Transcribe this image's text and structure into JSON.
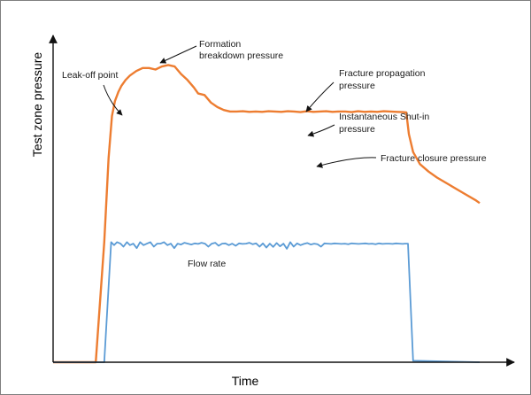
{
  "chart_data": {
    "type": "line",
    "xlabel": "Time",
    "ylabel": "Test zone pressure",
    "grid": false,
    "ticks": false,
    "series": [
      {
        "name": "",
        "color": "#ED7D31",
        "x": [
          0,
          10,
          12,
          13,
          13.8,
          14.5,
          15.3,
          16,
          17,
          18,
          19.5,
          21,
          22.5,
          24,
          25.5,
          27,
          28.5,
          30,
          31.5,
          33,
          34,
          35.5,
          37,
          38.5,
          40,
          41.5,
          43,
          44.5,
          46,
          47.5,
          49,
          50.5,
          52,
          53.5,
          55,
          56.5,
          58,
          59.5,
          61,
          62.5,
          64,
          65.5,
          67,
          68.5,
          70,
          71.5,
          73,
          74.5,
          76,
          77.5,
          79,
          80.5,
          82,
          82.8,
          83.4,
          84.4,
          86,
          88,
          90,
          93,
          96,
          99,
          100
        ],
        "y": [
          0,
          0,
          40,
          68,
          82,
          87,
          90,
          92,
          94,
          95.5,
          97,
          98,
          98,
          97.5,
          98.5,
          99,
          98.5,
          96,
          94,
          91.5,
          89.5,
          89,
          86.5,
          85,
          84,
          83.5,
          83.5,
          83.6,
          83.4,
          83.5,
          83.4,
          83.6,
          83.5,
          83.4,
          83.6,
          83.5,
          83.3,
          83.6,
          83.4,
          83.5,
          83.6,
          83.4,
          83.5,
          83.5,
          83.3,
          83.6,
          83.4,
          83.5,
          83.4,
          83.6,
          83.5,
          83.4,
          83.3,
          83.2,
          76,
          70,
          66,
          63.5,
          61.5,
          59,
          56.5,
          54,
          53
        ]
      },
      {
        "name": "",
        "color": "#5B9BD5",
        "x": [
          0,
          12,
          13.6,
          14.3,
          15,
          15.8,
          16.5,
          17.3,
          18,
          18.8,
          19.6,
          20.4,
          21.2,
          22,
          22.8,
          23.6,
          24.4,
          25.2,
          26,
          26.8,
          27.6,
          28.4,
          29.2,
          30,
          30.8,
          31.6,
          32.4,
          33.2,
          34,
          34.8,
          35.6,
          36.4,
          37.2,
          38,
          38.8,
          39.6,
          40.4,
          41.2,
          42,
          42.8,
          43.6,
          44.4,
          45.2,
          46,
          46.8,
          47.6,
          48.4,
          49.2,
          50,
          50.8,
          51.6,
          52.4,
          53.2,
          54,
          54.8,
          55.6,
          56.4,
          57.2,
          58,
          58.8,
          59.6,
          60.4,
          61.2,
          62,
          62.8,
          63.6,
          64.4,
          65.2,
          66,
          66.8,
          67.6,
          68.4,
          69.2,
          70,
          70.8,
          71.6,
          72.4,
          73.2,
          74,
          74.8,
          75.6,
          76.4,
          77.2,
          78,
          78.8,
          79.6,
          80.4,
          81.2,
          82,
          82.4,
          83.2,
          84.4,
          100
        ],
        "y": [
          0,
          0,
          40,
          39,
          40,
          39.5,
          38.5,
          40,
          39,
          39.5,
          38,
          40,
          39,
          39.5,
          40,
          38.5,
          39.5,
          39.5,
          40,
          39,
          39.5,
          38,
          39.5,
          39.2,
          39.8,
          39.5,
          39.2,
          39.6,
          39.4,
          39.8,
          39.5,
          38.5,
          39.5,
          39.8,
          38.8,
          39.5,
          39.6,
          39,
          39.5,
          38.8,
          39.6,
          39.4,
          39.5,
          39.8,
          39.3,
          39.6,
          38.5,
          39.6,
          38.2,
          39.5,
          38.4,
          39.7,
          38.6,
          39.5,
          37.8,
          40,
          38.5,
          39.6,
          39,
          39.4,
          39.7,
          39.2,
          39.5,
          39.3,
          38.5,
          39.6,
          39.5,
          39.4,
          39.6,
          39.5,
          39.4,
          39.5,
          39.3,
          39.6,
          39.5,
          39.4,
          39.5,
          39.6,
          39.4,
          39.5,
          39.3,
          39.6,
          39.4,
          39.5,
          39.5,
          39.4,
          39.6,
          39.5,
          39.4,
          39.5,
          39.5,
          0.5,
          0
        ]
      }
    ],
    "annotations": [
      {
        "lines": [
          "Formation",
          "breakdown pressure"
        ],
        "x": 27,
        "y": 98.5
      },
      {
        "lines": [
          "Leak-off point"
        ],
        "x": 16,
        "y": 85
      },
      {
        "lines": [
          "Fracture propagation",
          "pressure"
        ],
        "x": 82,
        "y": 84
      },
      {
        "lines": [
          "Instantaneous Shut-in",
          "pressure"
        ],
        "x": 82.8,
        "y": 79
      },
      {
        "lines": [
          "Fracture closure pressure"
        ],
        "x": 84.4,
        "y": 67
      },
      {
        "lines": [
          "Flow rate"
        ],
        "x": null,
        "y": null
      }
    ]
  }
}
